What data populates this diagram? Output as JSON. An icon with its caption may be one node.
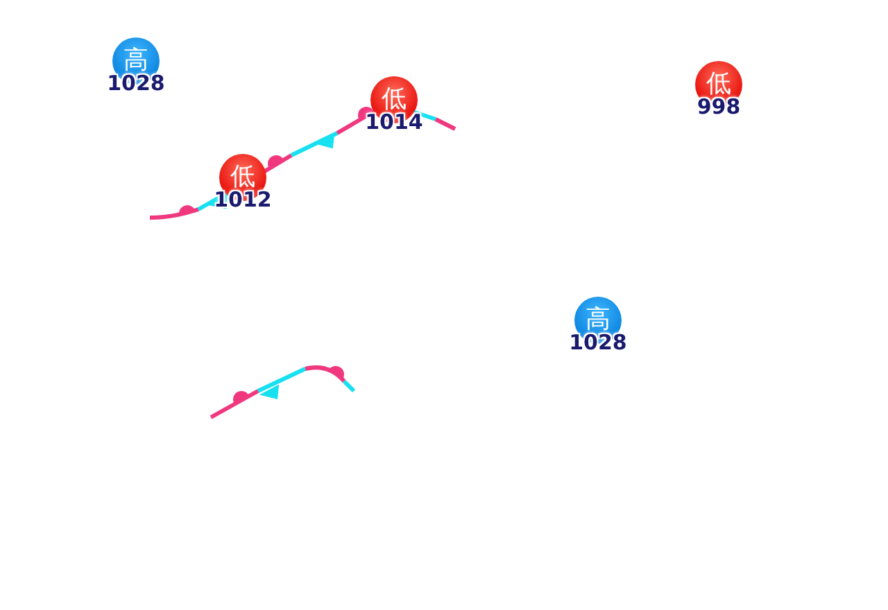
{
  "diagram": {
    "nodes": [
      {
        "text": [
          "高",
          "1028"
        ]
      },
      {
        "text": [
          "低",
          "1014"
        ]
      },
      {
        "text": [
          "低",
          "998"
        ]
      },
      {
        "text": [
          "低",
          "1012"
        ]
      },
      {
        "text": [
          "高",
          "1028"
        ]
      }
    ]
  }
}
